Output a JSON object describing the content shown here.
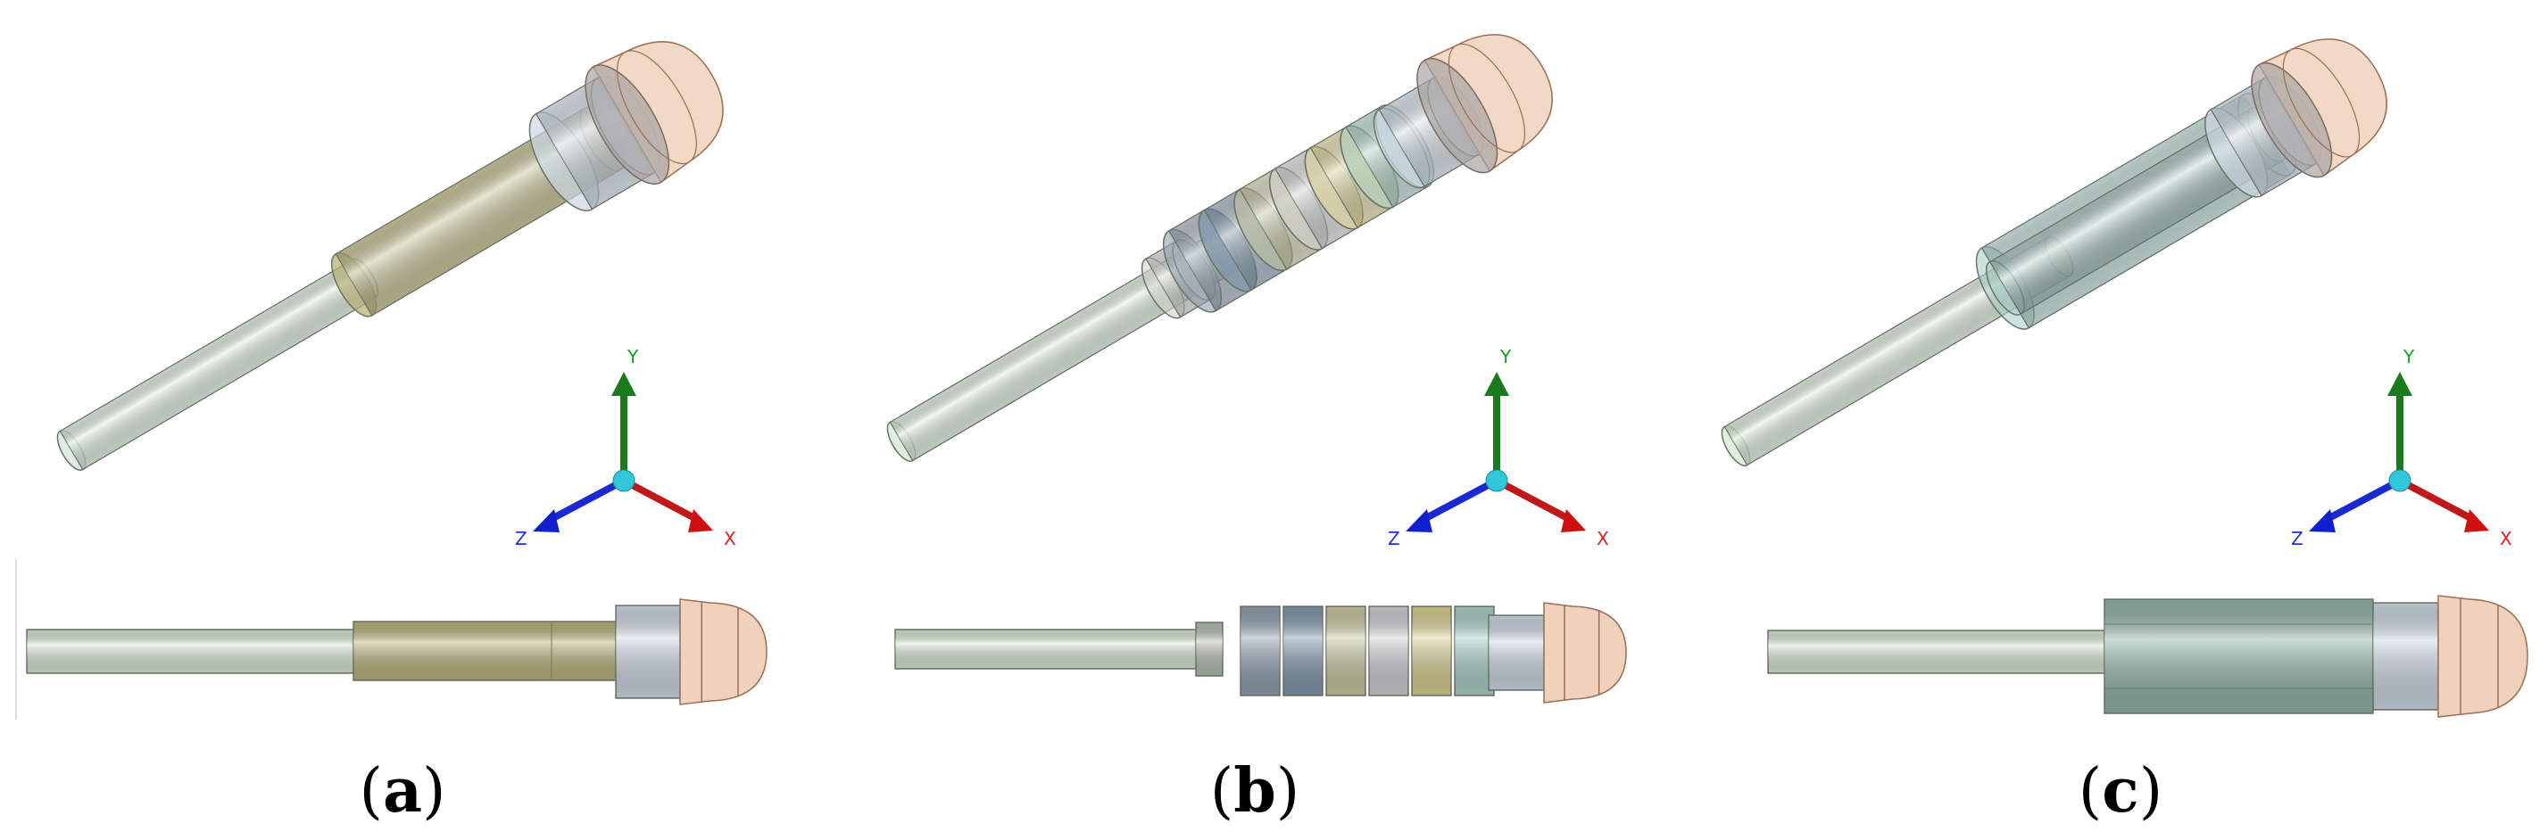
{
  "figure": {
    "panels": [
      {
        "id": "a",
        "label_open": "(",
        "label_letter": "a",
        "label_close": ")",
        "variant": "single-sleeve"
      },
      {
        "id": "b",
        "label_open": "(",
        "label_letter": "b",
        "label_close": ")",
        "variant": "segmented-rings"
      },
      {
        "id": "c",
        "label_open": "(",
        "label_letter": "c",
        "label_close": ")",
        "variant": "wide-sleeve"
      }
    ],
    "axis_gizmo": {
      "x_label": "X",
      "y_label": "Y",
      "z_label": "Z",
      "x_color": "#e02020",
      "y_color": "#10a020",
      "z_color": "#2030e0",
      "origin_color": "#30c8d8"
    },
    "colors": {
      "rod": "#d6e8d4",
      "sleeve_a": "#b8b27a",
      "sleeve_c": "#a8cfc8",
      "collar": "#ccd8e2",
      "cap": "#f0d2bc",
      "rings_b": [
        "#8f9fae",
        "#7f97aa",
        "#c9c8a0",
        "#cfcfd2",
        "#d8d090",
        "#a9cfc6"
      ]
    }
  }
}
